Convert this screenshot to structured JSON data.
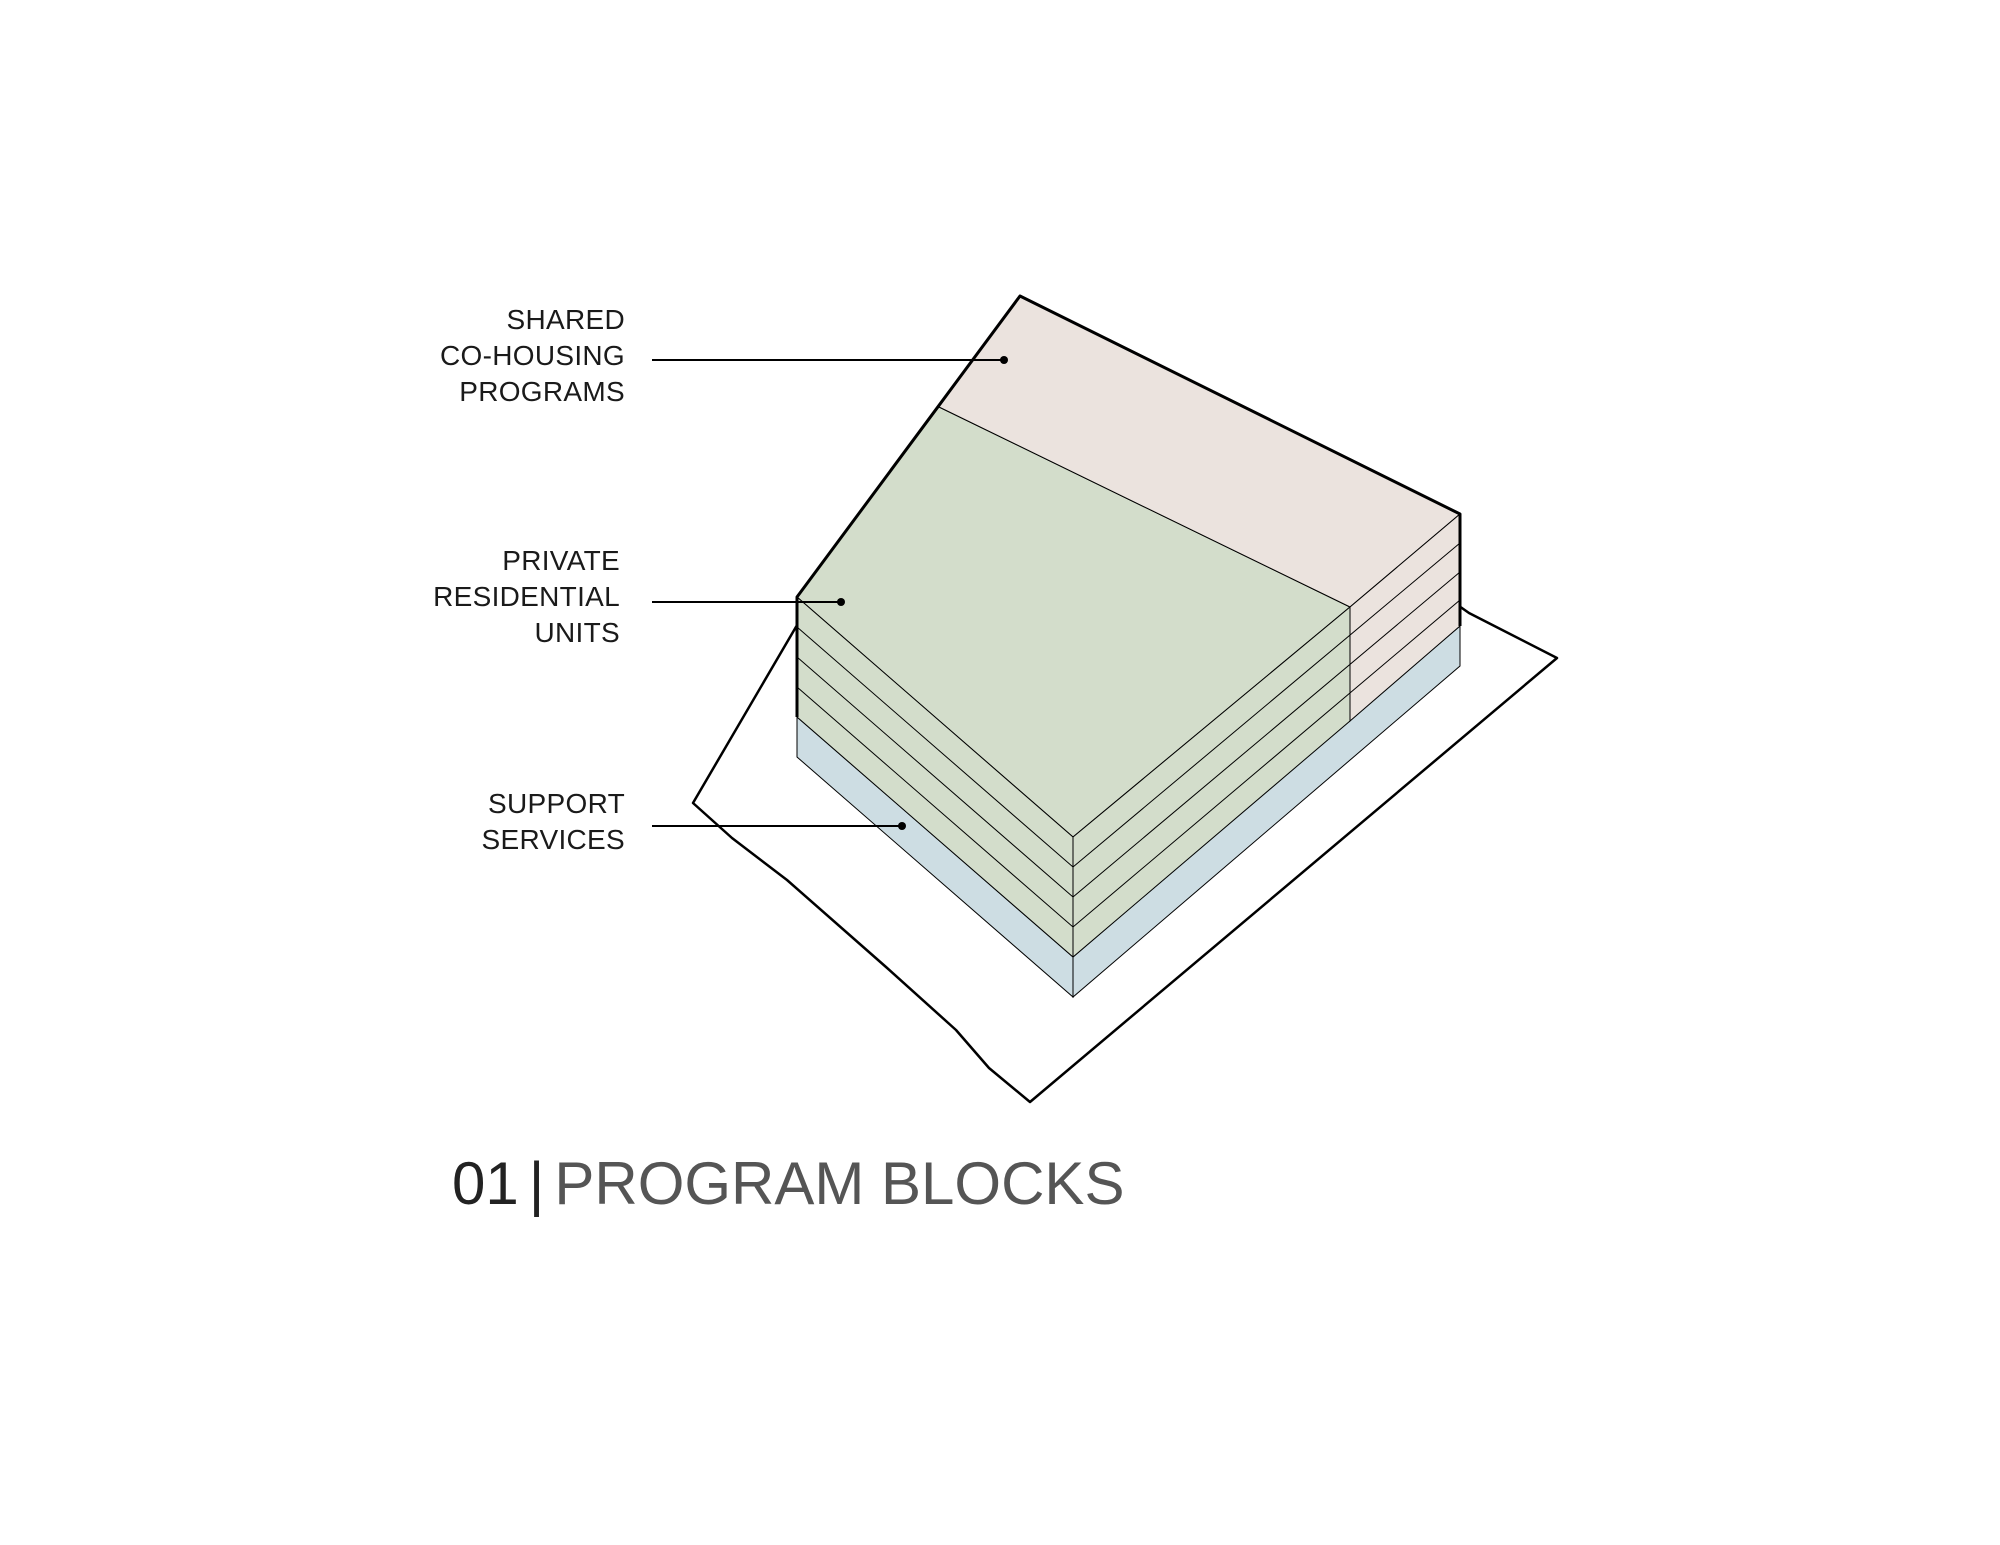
{
  "diagram": {
    "labels": {
      "shared": [
        "SHARED",
        "CO-HOUSING",
        "PROGRAMS"
      ],
      "private": [
        "PRIVATE",
        "RESIDENTIAL",
        "UNITS"
      ],
      "support": [
        "SUPPORT",
        "SERVICES"
      ]
    },
    "colors": {
      "shared_programs": "#ebe3de",
      "private_units": "#d3ddcb",
      "support_services": "#cddde3",
      "outline": "#000000"
    }
  },
  "caption": {
    "number": "01",
    "separator": "|",
    "title": "PROGRAM BLOCKS"
  }
}
